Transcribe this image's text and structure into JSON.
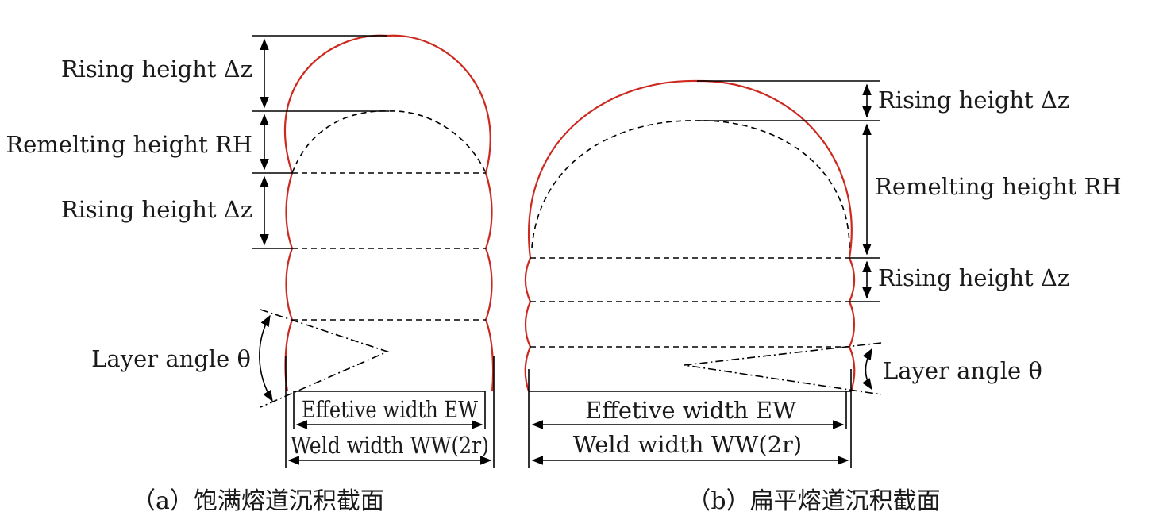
{
  "panel_a": {
    "rising_height_top": "Rising height Δz",
    "remelting_height": "Remelting height RH",
    "rising_height_mid": "Rising height Δz",
    "layer_angle": "Layer angle θ",
    "effective_width": "Effetive width EW",
    "weld_width": "Weld width WW(2r)",
    "caption": "（a）饱满熔道沉积截面"
  },
  "panel_b": {
    "rising_height_top": "Rising height Δz",
    "remelting_height": "Remelting height RH",
    "rising_height_mid": "Rising height Δz",
    "layer_angle": "Layer angle θ",
    "effective_width": "Effetive width EW",
    "weld_width": "Weld width WW(2r)",
    "caption": "（b）扁平熔道沉积截面"
  },
  "colors": {
    "bead_outline": "#cc2a1f",
    "lines": "#000000"
  }
}
